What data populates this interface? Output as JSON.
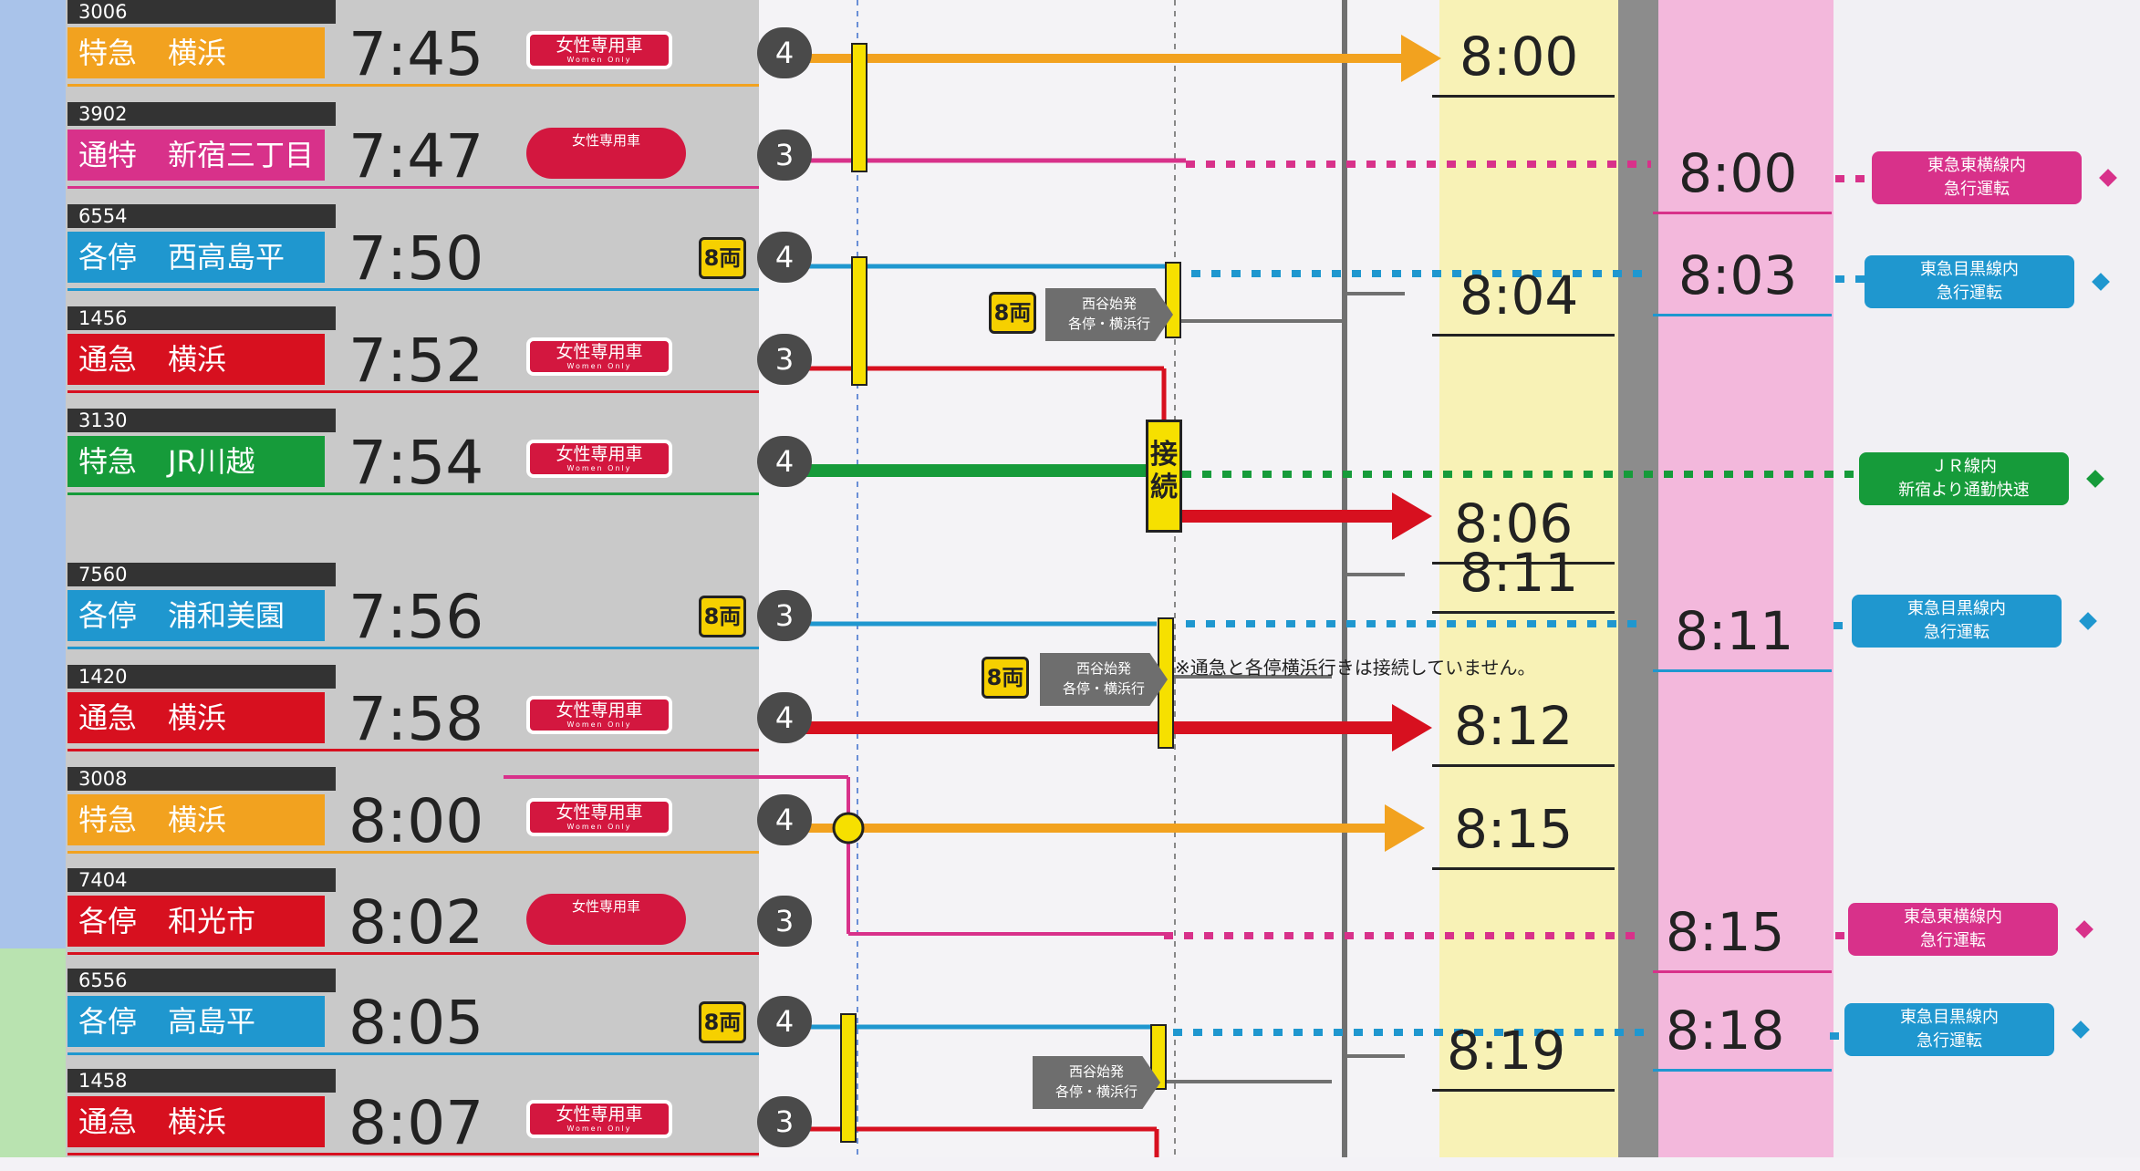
{
  "colors": {
    "tokkyu": "#f2a21f",
    "tsutoku": "#d8318a",
    "kakutei": "#1f97cf",
    "tsukyu": "#d7101f",
    "jr": "#169b3a",
    "gray": "#707070"
  },
  "rows": [
    {
      "no": "3006",
      "type": "特急",
      "dest": "横浜",
      "time": "7:45",
      "platform": "4",
      "women": "女性専用車",
      "women_style": "box",
      "cars": "",
      "color": "#f2a21f"
    },
    {
      "no": "3902",
      "type": "通特",
      "dest": "新宿三丁目",
      "time": "7:47",
      "platform": "3",
      "women": "女性専用車",
      "women_style": "pill",
      "cars": "",
      "color": "#d8318a"
    },
    {
      "no": "6554",
      "type": "各停",
      "dest": "西高島平",
      "time": "7:50",
      "platform": "4",
      "women": "",
      "women_style": "",
      "cars": "8両",
      "color": "#1f97cf"
    },
    {
      "no": "1456",
      "type": "通急",
      "dest": "横浜",
      "time": "7:52",
      "platform": "3",
      "women": "女性専用車",
      "women_style": "box",
      "cars": "",
      "color": "#d7101f"
    },
    {
      "no": "3130",
      "type": "特急",
      "dest": "JR川越",
      "time": "7:54",
      "platform": "4",
      "women": "女性専用車",
      "women_style": "box",
      "cars": "",
      "color": "#169b3a"
    },
    {
      "no": "7560",
      "type": "各停",
      "dest": "浦和美園",
      "time": "7:56",
      "platform": "3",
      "women": "",
      "women_style": "",
      "cars": "8両",
      "color": "#1f97cf"
    },
    {
      "no": "1420",
      "type": "通急",
      "dest": "横浜",
      "time": "7:58",
      "platform": "4",
      "women": "女性専用車",
      "women_style": "box",
      "cars": "",
      "color": "#d7101f"
    },
    {
      "no": "3008",
      "type": "特急",
      "dest": "横浜",
      "time": "8:00",
      "platform": "4",
      "women": "女性専用車",
      "women_style": "box",
      "cars": "",
      "color": "#f2a21f"
    },
    {
      "no": "7404",
      "type": "各停",
      "dest": "和光市",
      "time": "8:02",
      "platform": "3",
      "women": "女性専用車",
      "women_style": "pill",
      "cars": "",
      "color": "#d7101f"
    },
    {
      "no": "6556",
      "type": "各停",
      "dest": "高島平",
      "time": "8:05",
      "platform": "4",
      "women": "",
      "women_style": "",
      "cars": "8両",
      "color": "#1f97cf"
    },
    {
      "no": "1458",
      "type": "通急",
      "dest": "横浜",
      "time": "8:07",
      "platform": "3",
      "women": "女性専用車",
      "women_style": "box",
      "cars": "",
      "color": "#d7101f"
    }
  ],
  "women_sub": "Women Only",
  "arrivals_yellow": [
    "8:00",
    "8:04",
    "8:06",
    "8:11",
    "8:12",
    "8:15",
    "8:19"
  ],
  "arrivals_pink": [
    "8:00",
    "8:03",
    "8:11",
    "8:15",
    "8:18"
  ],
  "info_boxes": [
    {
      "line1": "東急東横線内",
      "line2": "急行運転",
      "color": "#d8318a"
    },
    {
      "line1": "東急目黒線内",
      "line2": "急行運転",
      "color": "#1f97cf"
    },
    {
      "line1": "ＪＲ線内",
      "line2": "新宿より通勤快速",
      "color": "#169b3a"
    },
    {
      "line1": "東急目黒線内",
      "line2": "急行運転",
      "color": "#1f97cf"
    },
    {
      "line1": "東急東横線内",
      "line2": "急行運転",
      "color": "#d8318a"
    },
    {
      "line1": "東急目黒線内",
      "line2": "急行運転",
      "color": "#1f97cf"
    }
  ],
  "plates": [
    {
      "line1": "西谷始発",
      "line2": "各停・横浜行",
      "cars": "8両"
    },
    {
      "line1": "西谷始発",
      "line2": "各停・横浜行",
      "cars": "8両"
    },
    {
      "line1": "西谷始発",
      "line2": "各停・横浜行",
      "cars": ""
    }
  ],
  "connect_label": "接続",
  "note": "※通急と各停横浜行きは接続していません。"
}
